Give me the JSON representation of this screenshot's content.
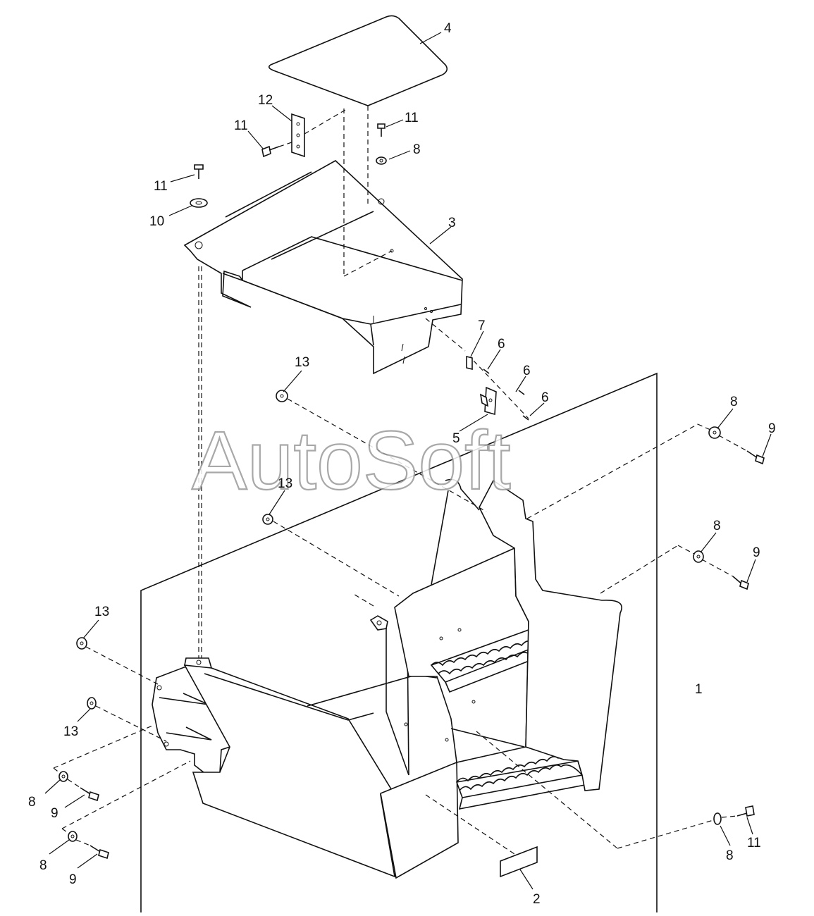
{
  "watermark": "AutoSoft",
  "callouts": [
    {
      "id": "c4",
      "text": "4"
    },
    {
      "id": "c12",
      "text": "12"
    },
    {
      "id": "c11a",
      "text": "11"
    },
    {
      "id": "c11b",
      "text": "11"
    },
    {
      "id": "c8a",
      "text": "8"
    },
    {
      "id": "c11c",
      "text": "11"
    },
    {
      "id": "c10",
      "text": "10"
    },
    {
      "id": "c3",
      "text": "3"
    },
    {
      "id": "c7",
      "text": "7"
    },
    {
      "id": "c6a",
      "text": "6"
    },
    {
      "id": "c6b",
      "text": "6"
    },
    {
      "id": "c6c",
      "text": "6"
    },
    {
      "id": "c13a",
      "text": "13"
    },
    {
      "id": "c5",
      "text": "5"
    },
    {
      "id": "c8b",
      "text": "8"
    },
    {
      "id": "c9a",
      "text": "9"
    },
    {
      "id": "c13b",
      "text": "13"
    },
    {
      "id": "c8c",
      "text": "8"
    },
    {
      "id": "c9b",
      "text": "9"
    },
    {
      "id": "c13c",
      "text": "13"
    },
    {
      "id": "c1",
      "text": "1"
    },
    {
      "id": "c13d",
      "text": "13"
    },
    {
      "id": "c8d",
      "text": "8"
    },
    {
      "id": "c9c",
      "text": "9"
    },
    {
      "id": "c8e",
      "text": "8"
    },
    {
      "id": "c9d",
      "text": "9"
    },
    {
      "id": "c8f",
      "text": "8"
    },
    {
      "id": "c11d",
      "text": "11"
    },
    {
      "id": "c2",
      "text": "2"
    }
  ]
}
